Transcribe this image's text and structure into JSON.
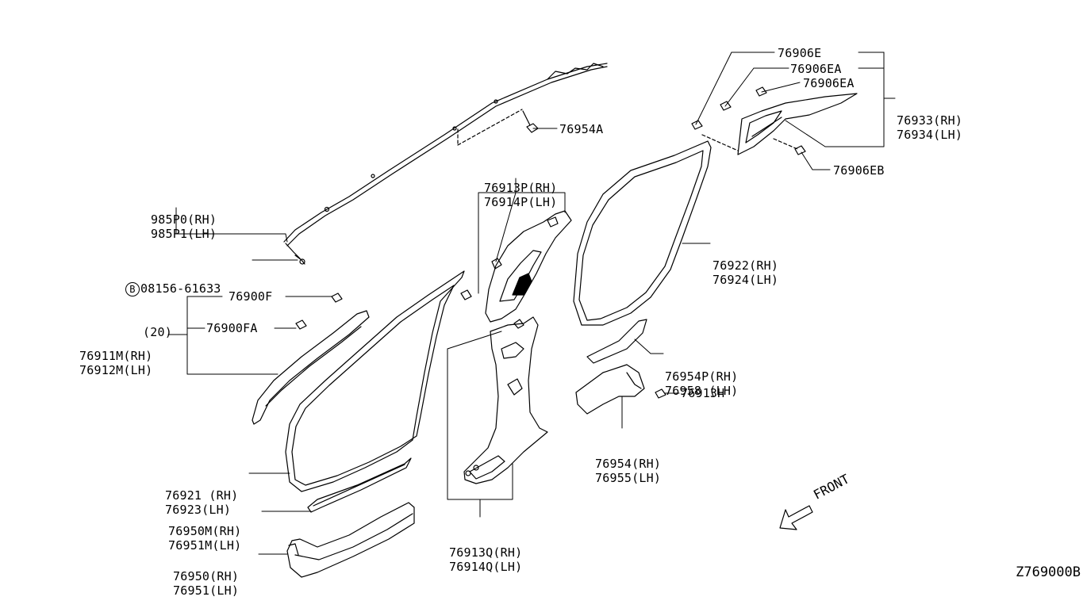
{
  "diagram_code": "Z769000B",
  "front_label": "FRONT",
  "labels": {
    "p76906E": "76906E",
    "p76906EA_1": "76906EA",
    "p76906EA_2": "76906EA",
    "p76933": [
      "76933(RH)",
      "76934(LH)"
    ],
    "p76906EB": "76906EB",
    "p76954A": "76954A",
    "p76913P": [
      "76913P(RH)",
      "76914P(LH)"
    ],
    "p985P0": [
      "985P0(RH)",
      "985P1(LH)"
    ],
    "p08156": [
      "08156-61633",
      "(20)"
    ],
    "p08156_prefix": "B",
    "p76922": [
      "76922(RH)",
      "76924(LH)"
    ],
    "p76900F": "76900F",
    "p76900FA": "76900FA",
    "p76911M": [
      "76911M(RH)",
      "76912M(LH)"
    ],
    "p76954P": [
      "76954P(RH)",
      "76958 (LH)"
    ],
    "p76913H": "76913H",
    "p76954": [
      "76954(RH)",
      "76955(LH)"
    ],
    "p76921": [
      "76921 (RH)",
      "76923(LH)"
    ],
    "p76950M": [
      "76950M(RH)",
      "76951M(LH)"
    ],
    "p76913Q": [
      "76913Q(RH)",
      "76914Q(LH)"
    ],
    "p76950": [
      "76950(RH)",
      "76951(LH)"
    ]
  }
}
